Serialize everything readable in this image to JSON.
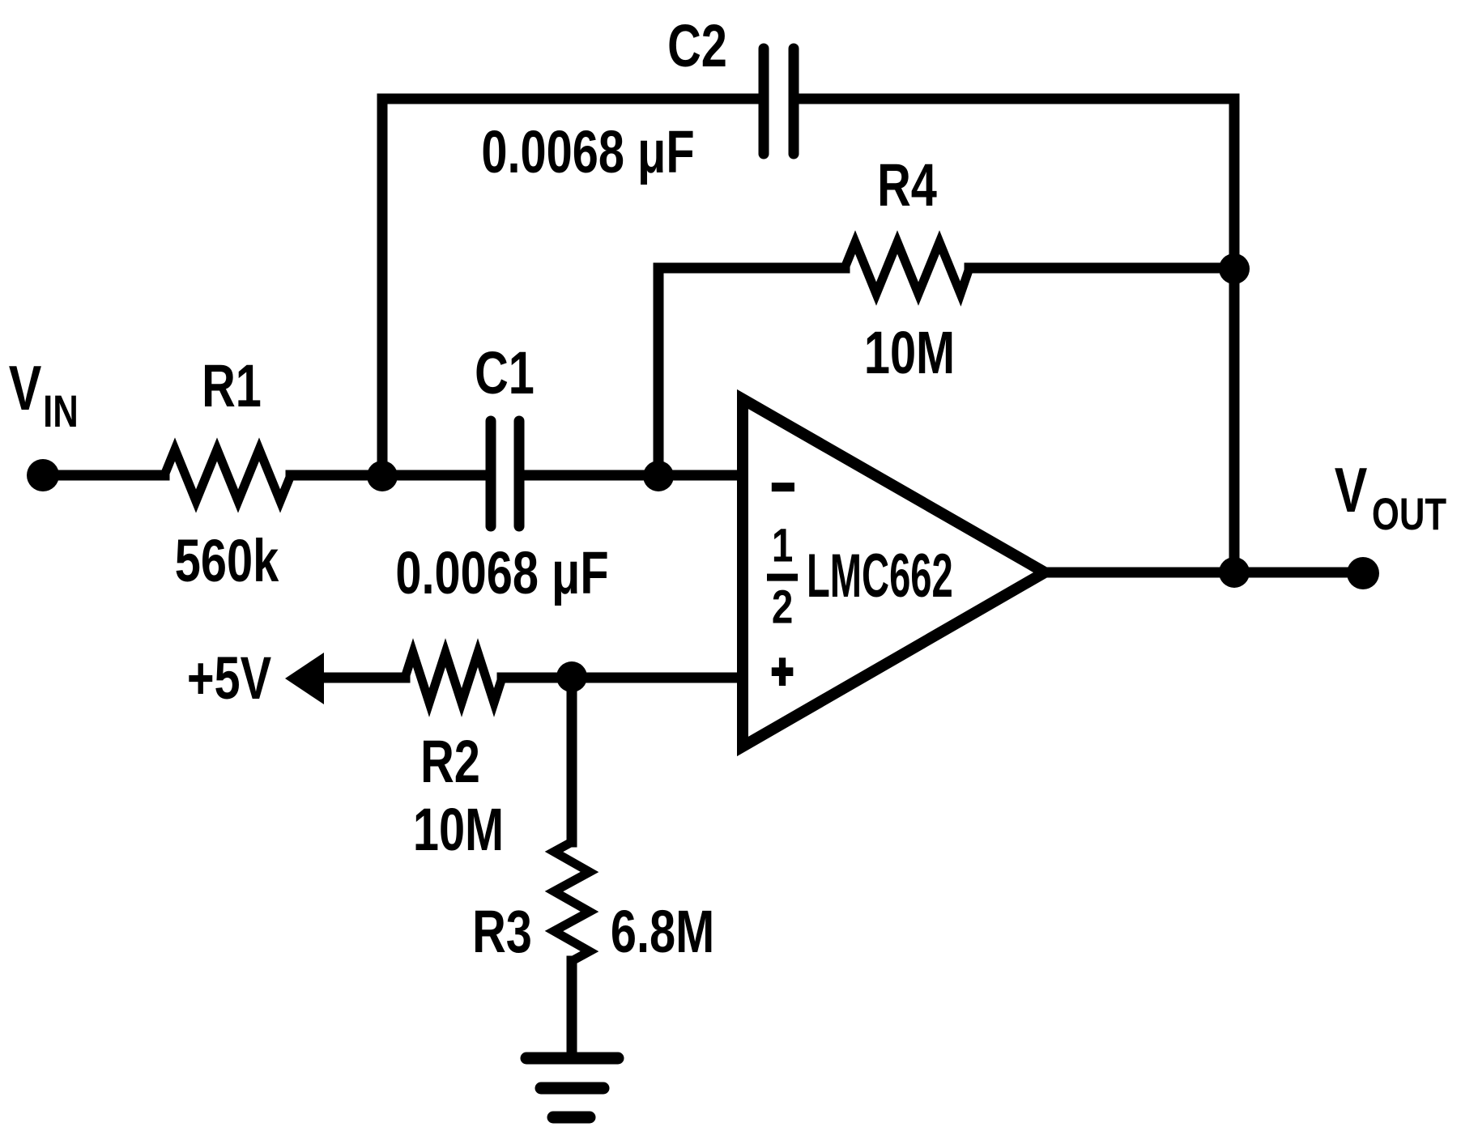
{
  "colors": {
    "ink": "#000000",
    "background": "#ffffff"
  },
  "terminals": {
    "vin": {
      "base": "V",
      "sub": "IN"
    },
    "vout": {
      "base": "V",
      "sub": "OUT"
    },
    "supply": {
      "label": "+5V"
    }
  },
  "components": {
    "r1": {
      "designator": "R1",
      "value": "560k"
    },
    "r2": {
      "designator": "R2",
      "value": "10M"
    },
    "r3": {
      "designator": "R3",
      "value": "6.8M"
    },
    "r4": {
      "designator": "R4",
      "value": "10M"
    },
    "c1": {
      "designator": "C1",
      "value": "0.0068 μF"
    },
    "c2": {
      "designator": "C2",
      "value": "0.0068 μF"
    },
    "opamp": {
      "fraction_numerator": "1",
      "fraction_denominator": "2",
      "part_number": "LMC662",
      "inverting_input": "−",
      "non_inverting_input": "+"
    }
  }
}
